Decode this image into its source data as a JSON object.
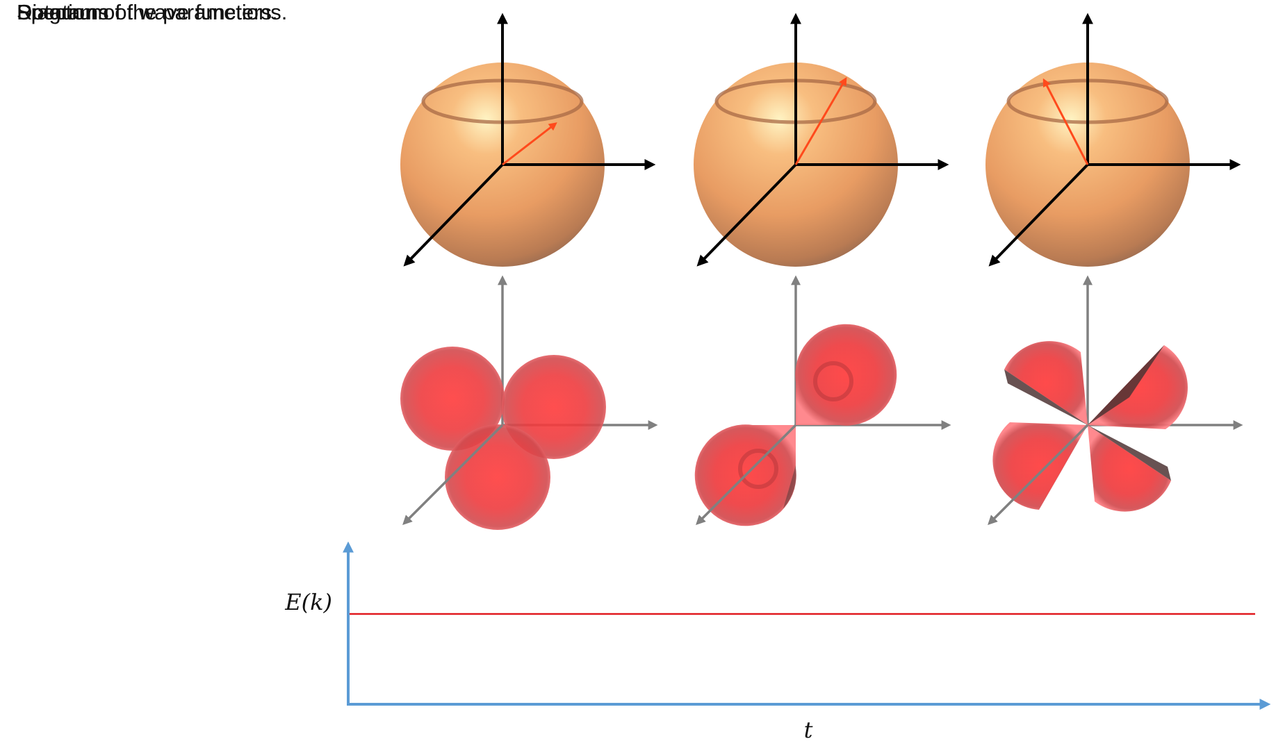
{
  "rows": {
    "parameters_label": "Rotation of the parameters.",
    "wavefunctions_label": "Diagrams of wave functions.",
    "spectrum_label": "Spectrum"
  },
  "spectrum": {
    "y_label": "E(k)",
    "x_label": "t"
  },
  "colors": {
    "sphere": "#f2a26a",
    "parameter_vector": "#ff4a1c",
    "wavefunction": "#ff3b3b",
    "axis_dark": "#000000",
    "axis_grey": "#808080",
    "spectrum_axis": "#5b9bd5",
    "spectrum_line": "#e0191e"
  }
}
